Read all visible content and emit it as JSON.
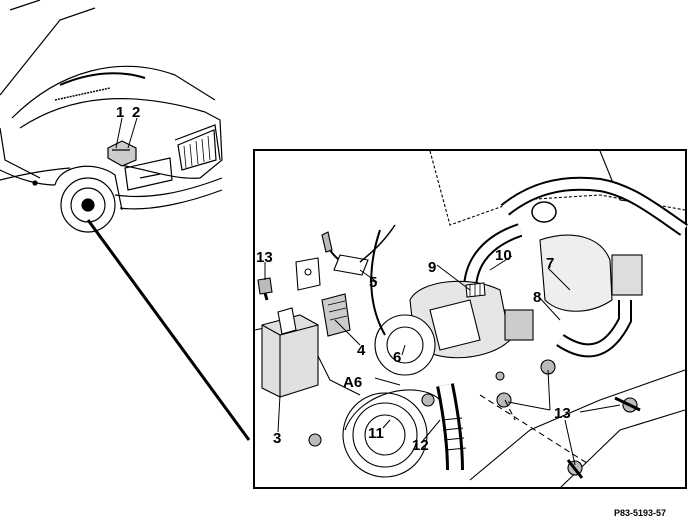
{
  "callouts": {
    "c1": "1",
    "c2": "2",
    "c3": "3",
    "c4": "4",
    "c5": "5",
    "c6": "6",
    "c7": "7",
    "c8": "8",
    "c9": "9",
    "c10": "10",
    "c11": "11",
    "c12": "12",
    "c13a": "13",
    "c13b": "13",
    "a6": "A6"
  },
  "reference": "P83-5193-57"
}
